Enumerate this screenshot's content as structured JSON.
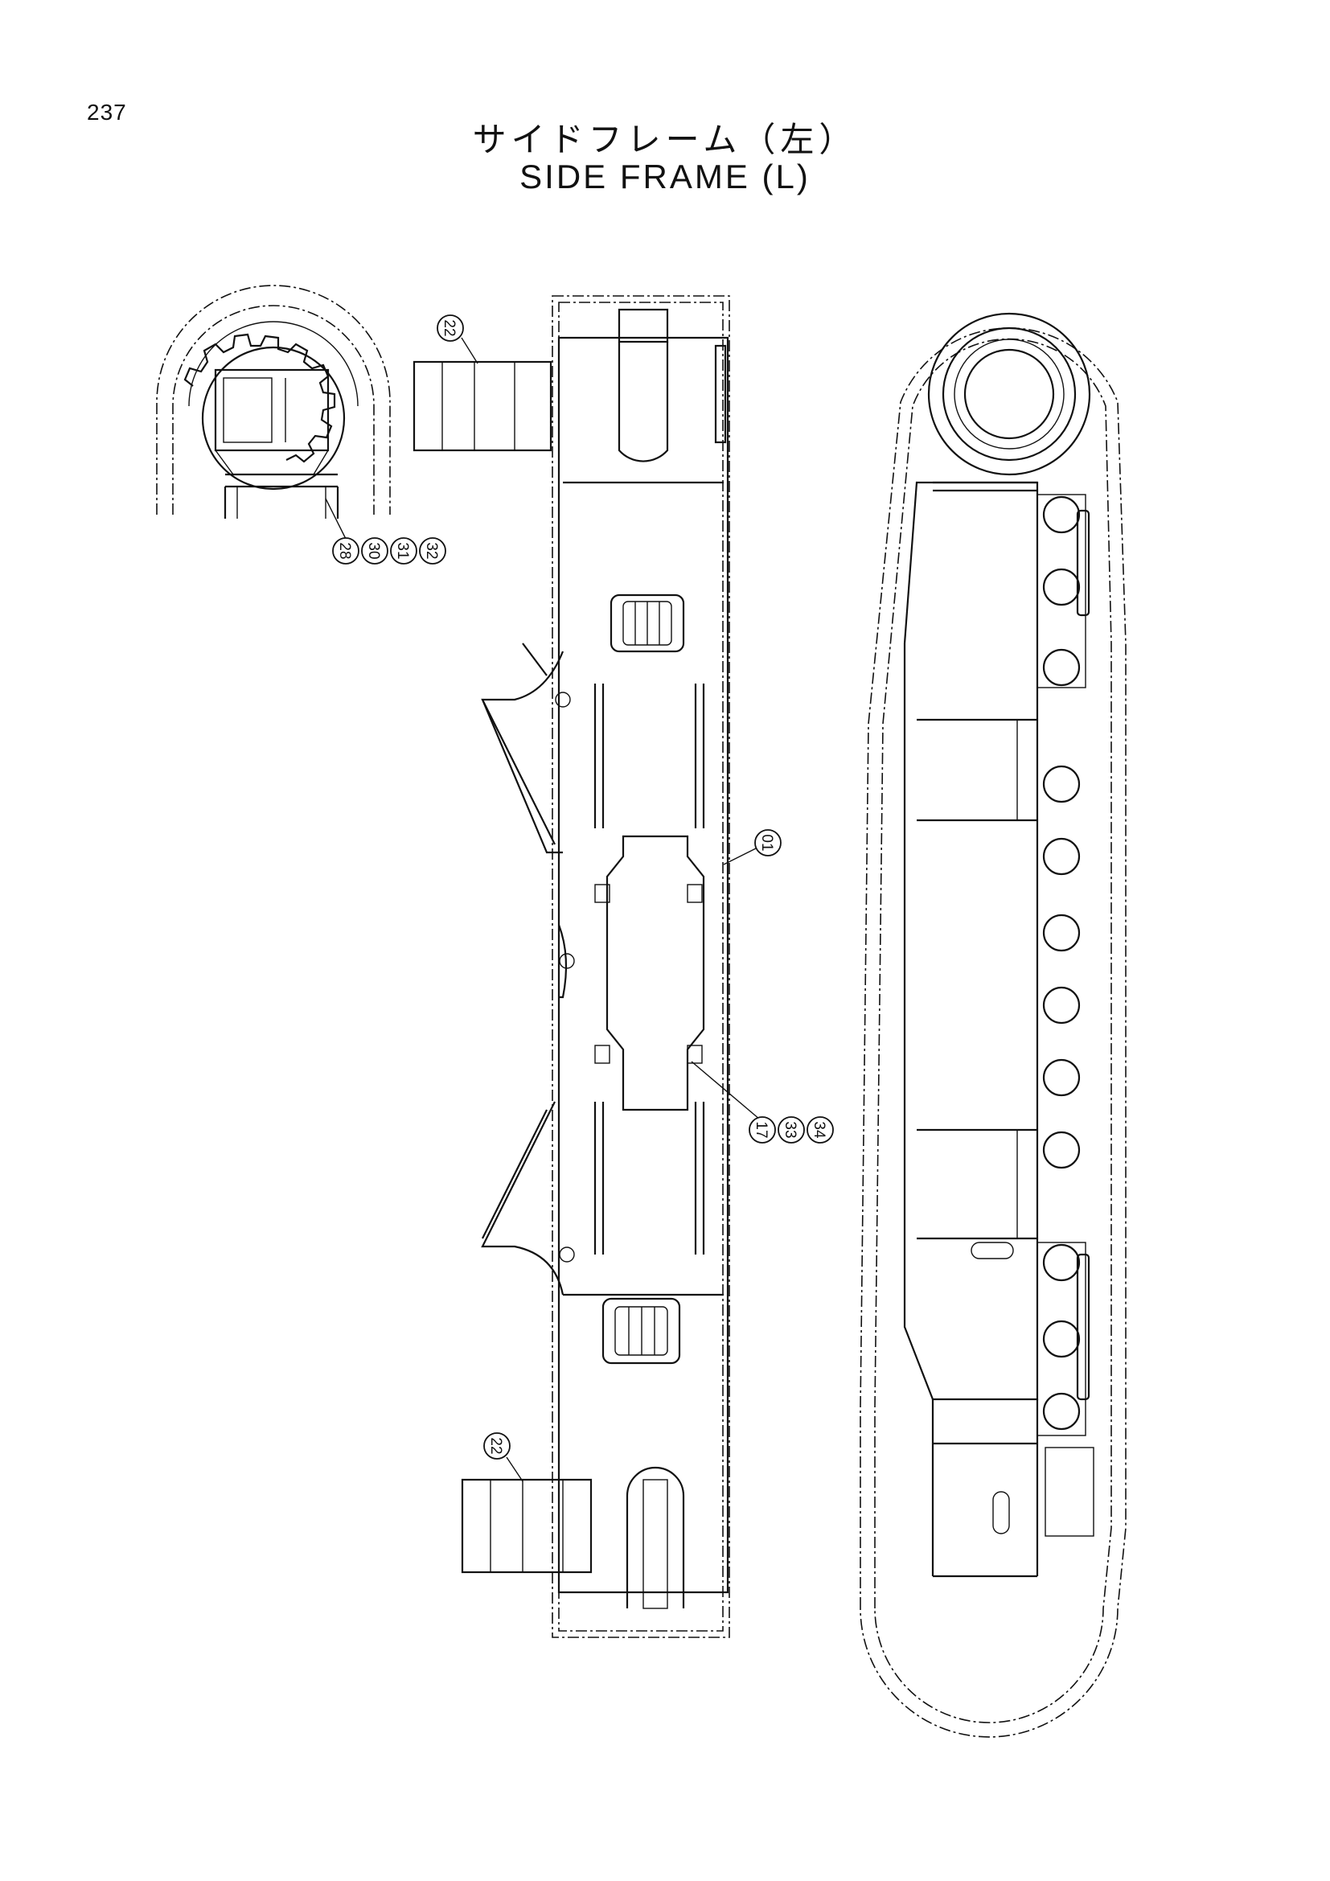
{
  "page_number": "237",
  "title_jp": "サイドフレーム（左）",
  "title_en": "SIDE FRAME (L)",
  "callouts": {
    "c22_top": "22",
    "c28": "28",
    "c30": "30",
    "c31": "31",
    "c32": "32",
    "c01": "01",
    "c17": "17",
    "c33": "33",
    "c34": "34",
    "c22_bottom": "22"
  }
}
